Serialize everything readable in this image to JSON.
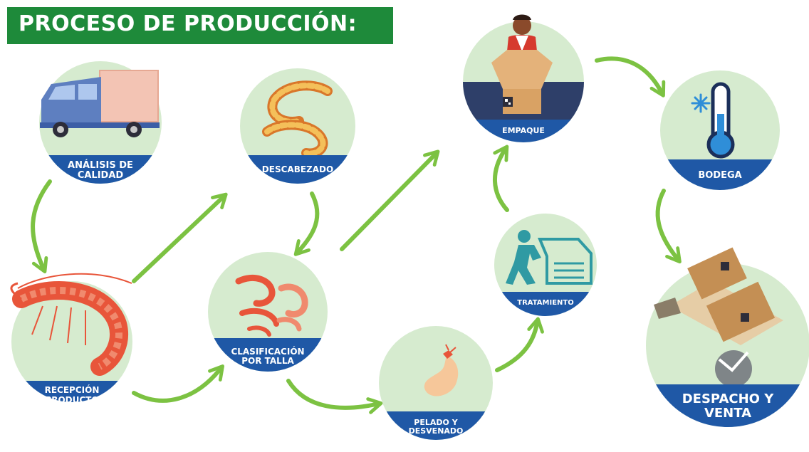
{
  "title": "PROCESO DE PRODUCCIÓN:",
  "colors": {
    "title_bg": "#1e8a3a",
    "circle_bg": "#d6ebcf",
    "label_band": "#1f58a6",
    "arrow": "#7cc242"
  },
  "steps": [
    {
      "id": "analisis",
      "lines": [
        "ANÁLISIS DE",
        "CALIDAD"
      ],
      "icon": "truck-icon"
    },
    {
      "id": "descabezado",
      "lines": [
        "DESCABEZADO"
      ],
      "icon": "shrimp-icon"
    },
    {
      "id": "recepcion",
      "lines": [
        "RECEPCIÓN",
        "PRODUCTO"
      ],
      "icon": "whole-shrimp-icon"
    },
    {
      "id": "clasificacion",
      "lines": [
        "CLASIFICACIÓN",
        "POR TALLA"
      ],
      "icon": "shrimp-group-icon"
    },
    {
      "id": "pelado",
      "lines": [
        "PELADO Y",
        "DESVENADO"
      ],
      "icon": "peeled-shrimp-icon"
    },
    {
      "id": "tratamiento",
      "lines": [
        "TRATAMIENTO"
      ],
      "icon": "worker-machine-icon"
    },
    {
      "id": "empaque",
      "lines": [
        "EMPAQUE"
      ],
      "icon": "packing-worker-icon"
    },
    {
      "id": "bodega",
      "lines": [
        "BODEGA"
      ],
      "icon": "thermometer-icon"
    },
    {
      "id": "despacho",
      "lines": [
        "DESPACHO Y",
        "VENTA"
      ],
      "icon": "hand-truck-icon"
    }
  ]
}
